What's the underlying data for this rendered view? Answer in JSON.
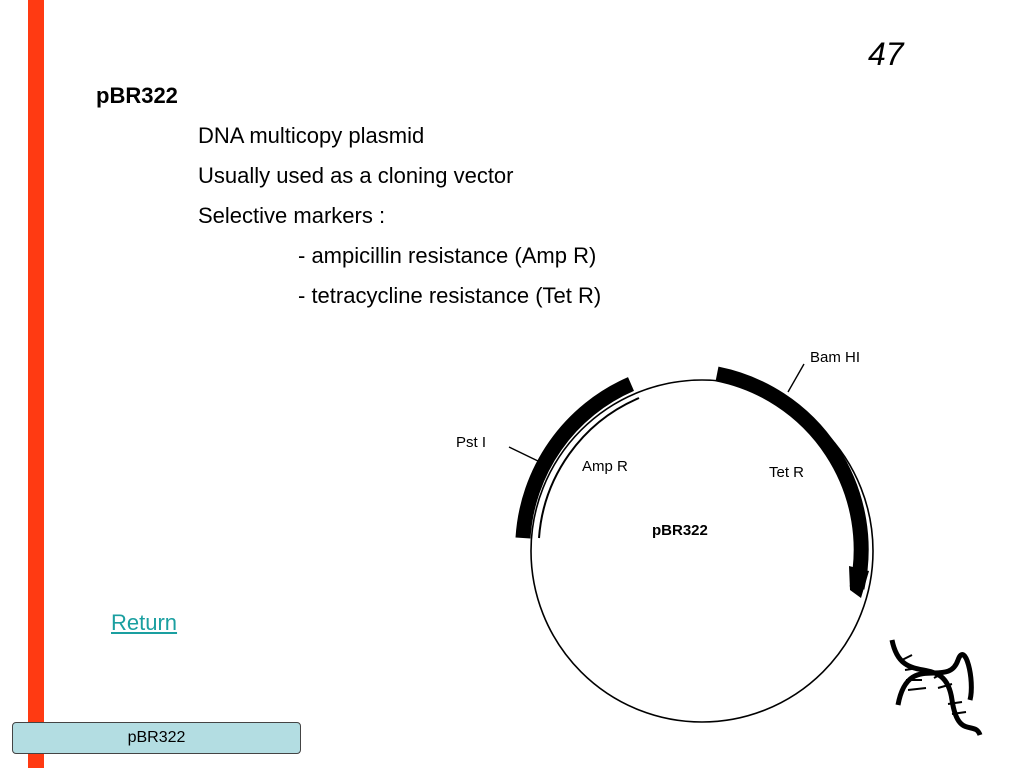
{
  "page": {
    "number": "47"
  },
  "slide": {
    "title": "pBR322",
    "bullets": [
      "DNA multicopy plasmid",
      "Usually used as a cloning vector",
      "Selective markers :"
    ],
    "sub_bullets": [
      "- ampicillin resistance (Amp R)",
      "- tetracycline resistance (Tet R)"
    ],
    "return_label": "Return"
  },
  "plasmid_map": {
    "name": "pBR322",
    "labels": {
      "bamhi": "Bam HI",
      "psti": "Pst I",
      "amp": "Amp R",
      "tet": "Tet R"
    }
  },
  "footer": {
    "label": "pBR322"
  },
  "colors": {
    "accent": "#ff3a12",
    "link": "#1a9fa0",
    "footer_bg": "#b3dde2"
  }
}
